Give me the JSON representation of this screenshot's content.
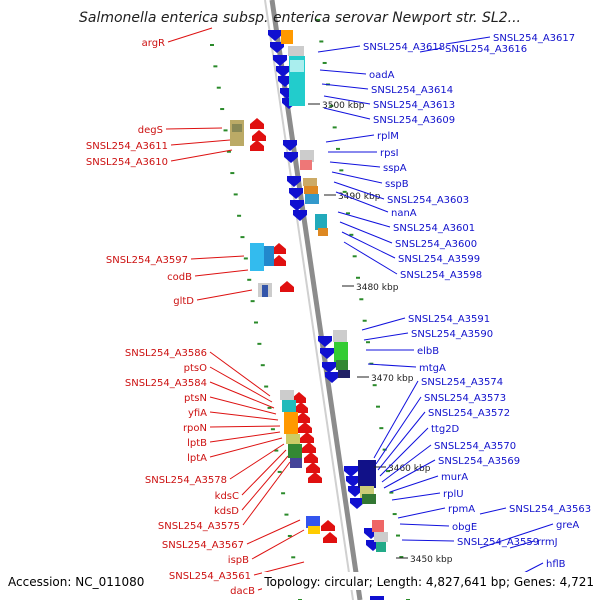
{
  "title": "Salmonella enterica subsp. enterica serovar Newport str. SL2...",
  "footer": {
    "accession": "Accession: NC_011080",
    "summary": "Topology: circular; Length: 4,827,641 bp; Genes: 4,721"
  },
  "colors": {
    "forward_strand": "#e01010",
    "reverse_strand": "#1010d0",
    "backbone": "#8c8c8c",
    "tick": "#2a8a2a"
  },
  "kbp_markers": [
    "3500 kbp",
    "3490 kbp",
    "3480 kbp",
    "3470 kbp",
    "3460 kbp",
    "3450 kbp"
  ],
  "left_labels": [
    "argR",
    "degS",
    "SNSL254_A3611",
    "SNSL254_A3610",
    "SNSL254_A3597",
    "codB",
    "gltD",
    "SNSL254_A3586",
    "ptsO",
    "SNSL254_A3584",
    "ptsN",
    "yfiA",
    "rpoN",
    "lptB",
    "lptA",
    "SNSL254_A3578",
    "kdsC",
    "kdsD",
    "SNSL254_A3575",
    "SNSL254_A3567",
    "ispB",
    "SNSL254_A3561",
    "dacB"
  ],
  "right_labels": [
    "SNSL254_A3617",
    "SNSL254_A3618",
    "SNSL254_A3616",
    "oadA",
    "SNSL254_A3614",
    "SNSL254_A3613",
    "SNSL254_A3609",
    "rplM",
    "rpsI",
    "sspA",
    "sspB",
    "SNSL254_A3603",
    "nanA",
    "SNSL254_A3601",
    "SNSL254_A3600",
    "SNSL254_A3599",
    "SNSL254_A3598",
    "SNSL254_A3591",
    "SNSL254_A3590",
    "elbB",
    "mtgA",
    "SNSL254_A3574",
    "SNSL254_A3573",
    "SNSL254_A3572",
    "ttg2D",
    "SNSL254_A3570",
    "SNSL254_A3569",
    "murA",
    "rplU",
    "rpmA",
    "SNSL254_A3563",
    "obgE",
    "SNSL254_A3559",
    "greA",
    "rrmJ",
    "hflB"
  ]
}
